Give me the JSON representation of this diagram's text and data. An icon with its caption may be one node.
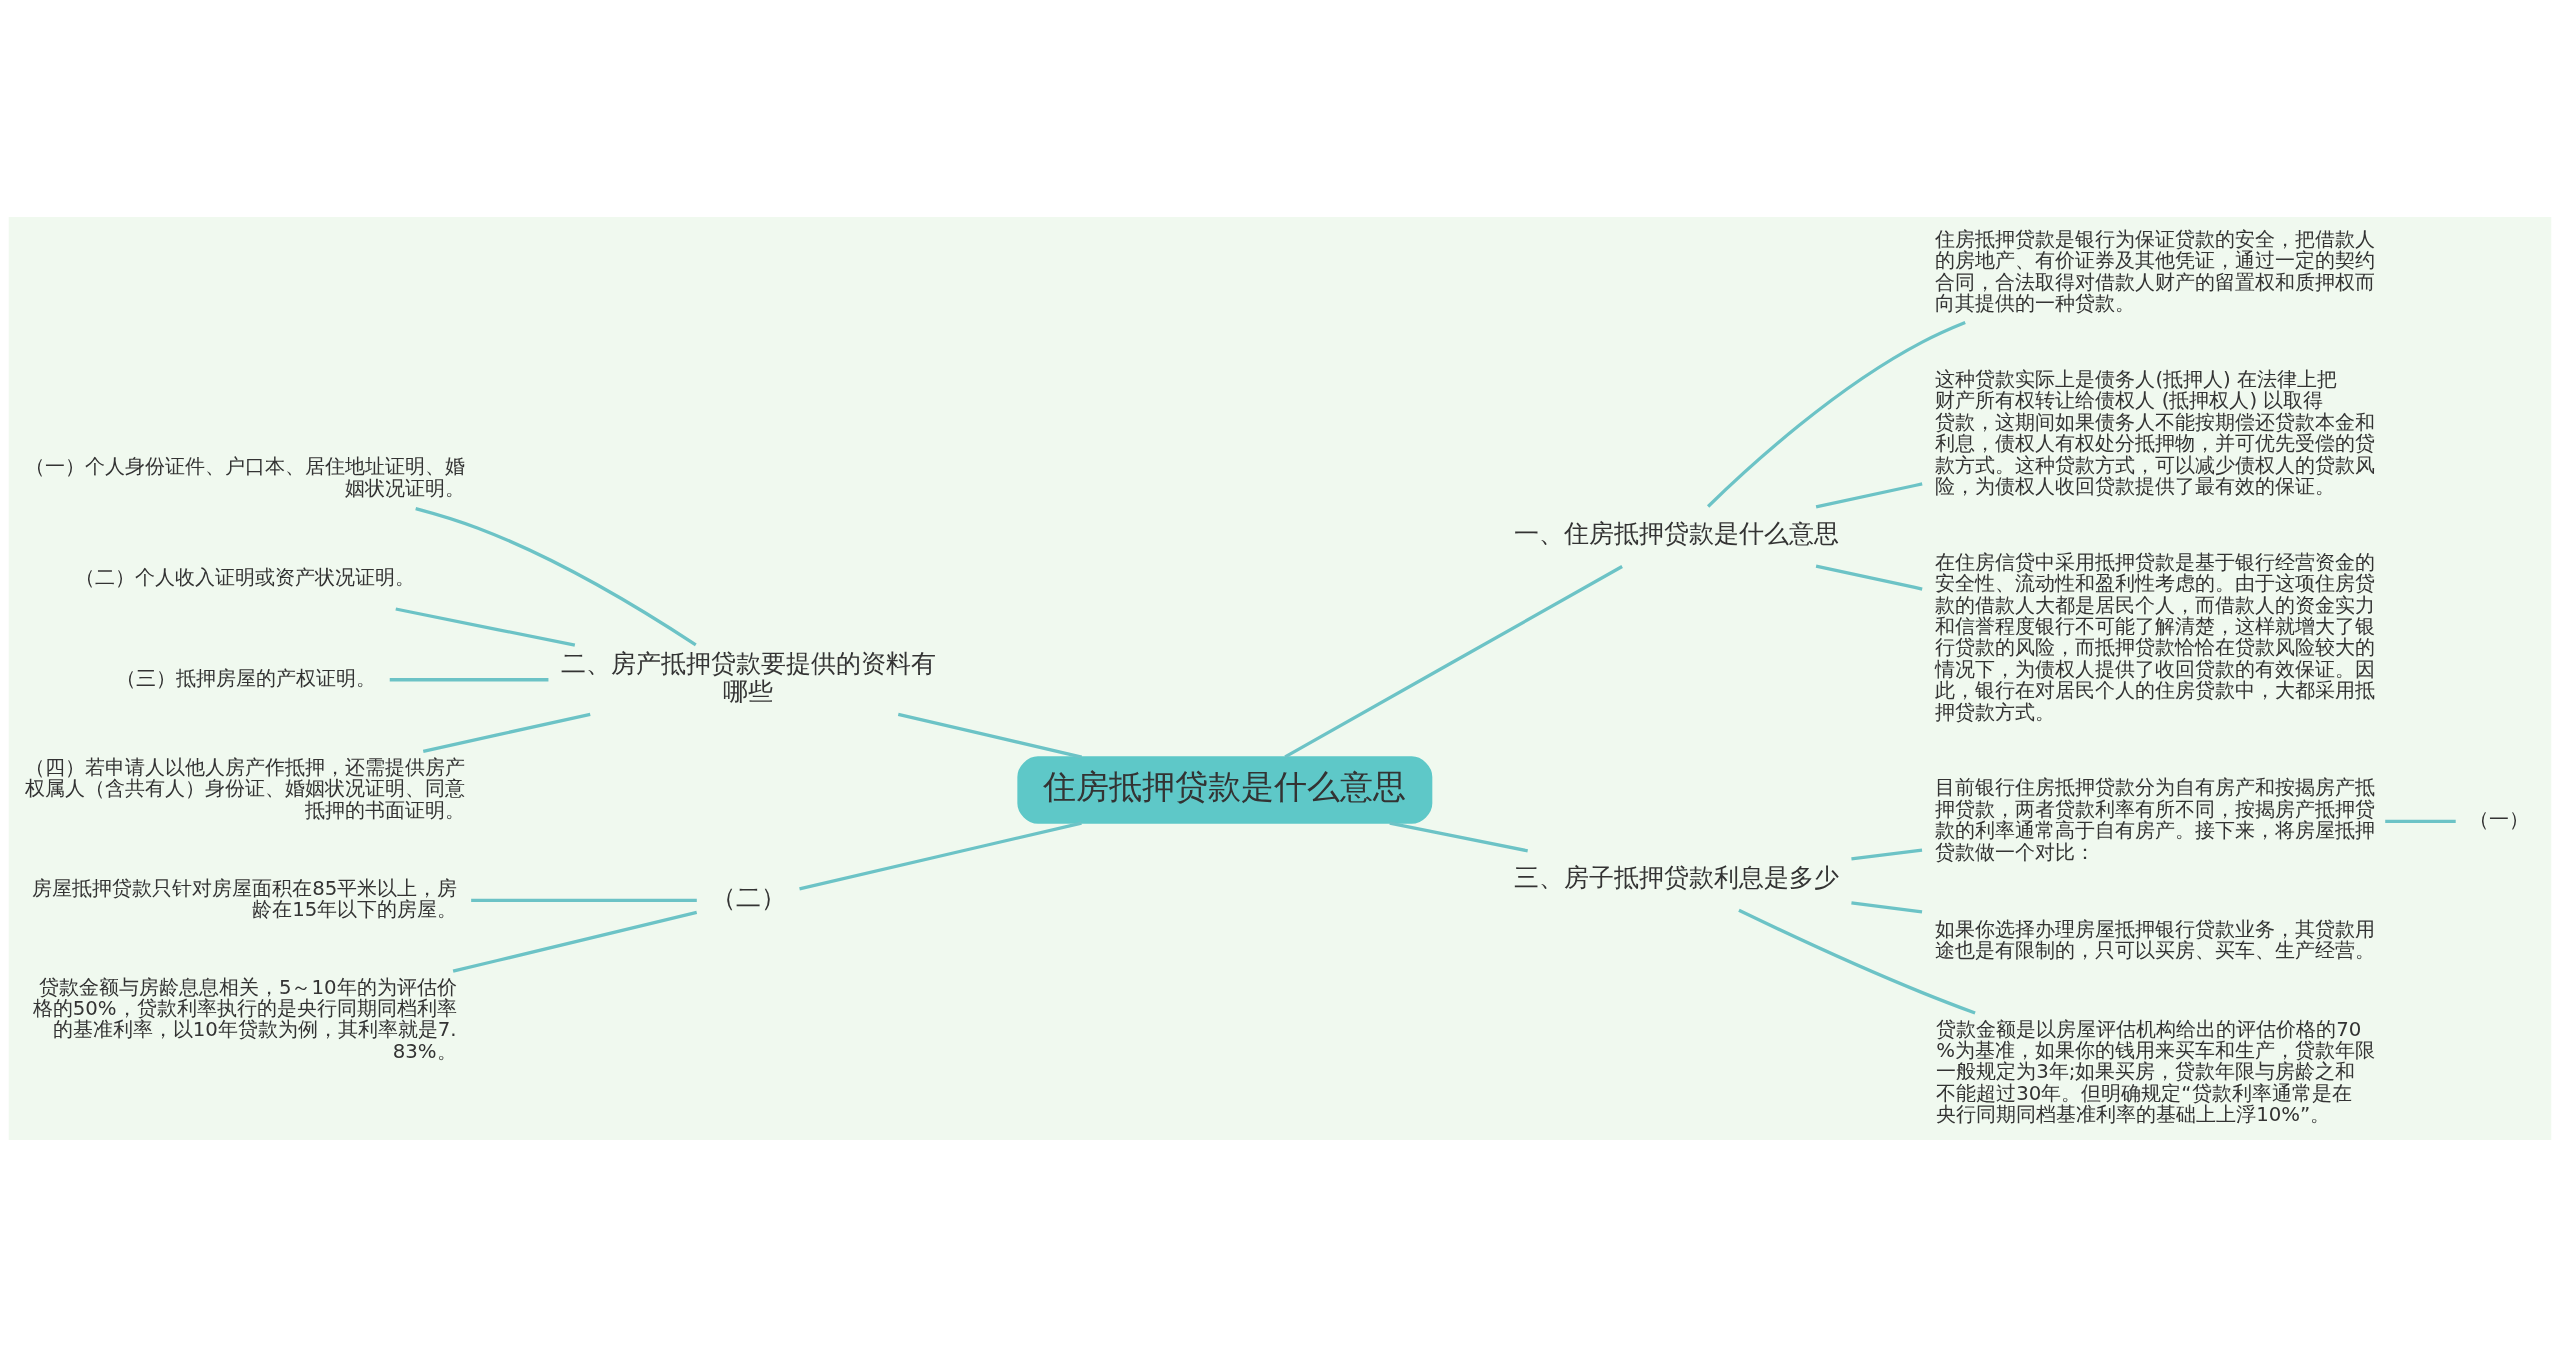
{
  "diagram": {
    "nodes": [
      {
        "text": [
          "住房抵押贷款是什么意思"
        ]
      },
      {
        "text": [
          "二、房产抵押贷款要提供的资料有哪些"
        ]
      },
      {
        "text": [
          "（一）个人身份证件、户口本、居住地址证明、婚姻状况证明。"
        ]
      },
      {
        "text": [
          "（二）个人收入证明或资产状况证明。"
        ]
      },
      {
        "text": [
          "（三）抵押房屋的产权证明。"
        ]
      },
      {
        "text": [
          "（四）若申请人以他人房产作抵押，还需提供房产权属人（含共有人）身份证、婚姻状况证明、同意抵押的书面证明。"
        ]
      },
      {
        "text": [
          "（二）"
        ]
      },
      {
        "text": [
          "房屋抵押贷款只针对房屋面积在85平米以上，房龄在15年以下的房屋。"
        ]
      },
      {
        "text": [
          "贷款金额与房龄息息相关，5～10年的为评估价格的50%，贷款利率执行的是央行同期同档利率的基准利率，以10年贷款为例，其利率就是7.83%。"
        ]
      },
      {
        "text": [
          "一、住房抵押贷款是什么意思"
        ]
      },
      {
        "text": [
          "住房抵押贷款是银行为保证贷款的安全，把借款人的房地产、有价证券及其他凭证，通过一定的契约合同，合法取得对借款人财产的留置权和质押权而向其提供的一种贷款。"
        ]
      },
      {
        "text": [
          "这种贷款实际上是债务人(抵押人) 在法律上把财产所有权转让给债权人 (抵押权人) 以取得贷款，这期间如果债务人不能按期偿还贷款本金和利息，债权人有权处分抵押物，并可优先受偿的贷款方式。这种贷款方式，可以减少债权人的贷款风险，为债权人收回贷款提供了最有效的保证。"
        ]
      },
      {
        "text": [
          "在住房信贷中采用抵押贷款是基于银行经营资金的安全性、流动性和盈利性考虑的。由于这项住房贷款的借款人大都是居民个人，而借款人的资金实力和信誉程度银行不可能了解清楚，这样就增大了银行贷款的风险，而抵押贷款恰恰在贷款风险较大的情况下，为债权人提供了收回贷款的有效保证。因此，银行在对居民个人的住房贷款中，大都采用抵押贷款方式。"
        ]
      },
      {
        "text": [
          "三、房子抵押贷款利息是多少"
        ]
      },
      {
        "text": [
          "目前银行住房抵押贷款分为自有房产和按揭房产抵押贷款，两者贷款利率有所不同，按揭房产抵押贷款的利率通常高于自有房产。接下来，将房屋抵押贷款做一个对比："
        ]
      },
      {
        "text": [
          "如果你选择办理房屋抵押银行贷款业务，其贷款用途也是有限制的，只可以买房、买车、生产经营。"
        ]
      },
      {
        "text": [
          "贷款金额是以房屋评估机构给出的评估价格的70%为基准，如果你的钱用来买车和生产，贷款年限一般规定为3年;如果买房，贷款年限与房龄之和不能超过30年。但明确规定“贷款利率通常是在央行同期同档基准利率的基础上上浮10%”。"
        ]
      },
      {
        "text": [
          "（一）"
        ]
      }
    ],
    "edges": [
      {
        "from": 0,
        "to": 1,
        "arrow": "none"
      },
      {
        "from": 1,
        "to": 2,
        "arrow": "none"
      },
      {
        "from": 1,
        "to": 3,
        "arrow": "none"
      },
      {
        "from": 1,
        "to": 4,
        "arrow": "none"
      },
      {
        "from": 1,
        "to": 5,
        "arrow": "none"
      },
      {
        "from": 0,
        "to": 6,
        "arrow": "none"
      },
      {
        "from": 6,
        "to": 7,
        "arrow": "none"
      },
      {
        "from": 6,
        "to": 8,
        "arrow": "none"
      },
      {
        "from": 0,
        "to": 9,
        "arrow": "none"
      },
      {
        "from": 9,
        "to": 10,
        "arrow": "none"
      },
      {
        "from": 9,
        "to": 11,
        "arrow": "none"
      },
      {
        "from": 9,
        "to": 12,
        "arrow": "none"
      },
      {
        "from": 0,
        "to": 13,
        "arrow": "none"
      },
      {
        "from": 13,
        "to": 14,
        "arrow": "none"
      },
      {
        "from": 13,
        "to": 15,
        "arrow": "none"
      },
      {
        "from": 13,
        "to": 16,
        "arrow": "none"
      },
      {
        "from": 14,
        "to": 17,
        "arrow": "none"
      }
    ]
  }
}
